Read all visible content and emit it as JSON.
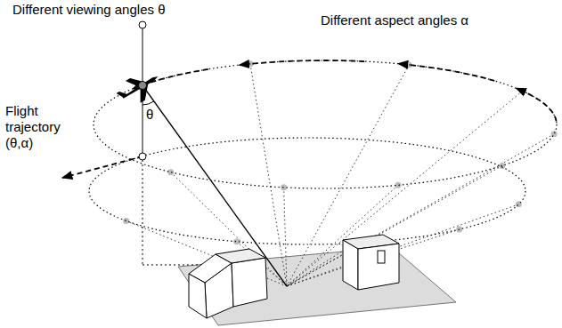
{
  "diagram": {
    "labels": [
      "Different viewing angles θ",
      "Different aspect angles α",
      "Flight trajectory (θ,α)",
      "θ"
    ]
  }
}
